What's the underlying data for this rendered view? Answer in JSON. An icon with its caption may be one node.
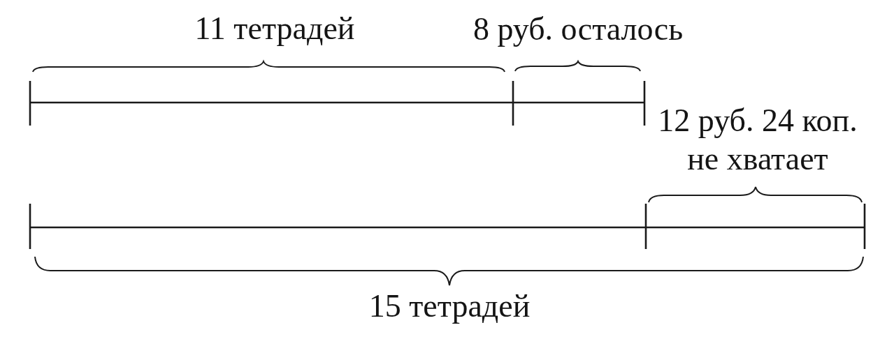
{
  "diagram": {
    "labels": [
      "11 тетрадей",
      "8 руб. осталось",
      "12 руб. 24 коп. не хватает",
      "15 тетрадей"
    ]
  }
}
